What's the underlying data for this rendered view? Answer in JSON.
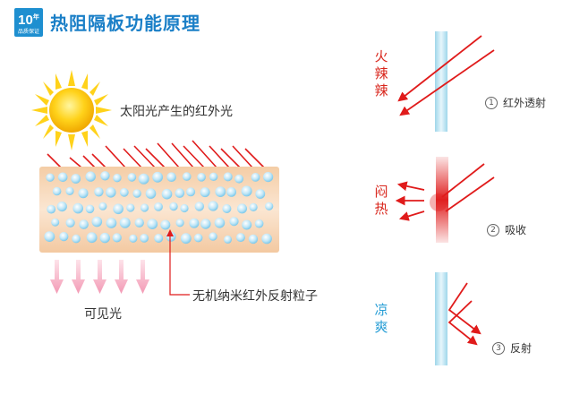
{
  "header": {
    "logo_big": "10",
    "logo_sup": "年",
    "logo_small": "品质保证",
    "title": "热阻隔板功能原理"
  },
  "left": {
    "sun_label": "太阳光产生的红外光",
    "visible_label": "可见光",
    "particle_label": "无机纳米红外反射粒子"
  },
  "right": {
    "panels": [
      {
        "side_label": [
          "火",
          "辣",
          "辣"
        ],
        "num": "1",
        "caption": "红外透射",
        "side_color": "#d9261c"
      },
      {
        "side_label": [
          "闷",
          "热"
        ],
        "num": "2",
        "caption": "吸收",
        "side_color": "#d9261c"
      },
      {
        "side_label": [
          "凉",
          "爽"
        ],
        "num": "3",
        "caption": "反射",
        "side_color": "#2a9fd6"
      }
    ]
  },
  "colors": {
    "accent": "#1a7fc7",
    "ray": "#e01b1b",
    "glass": "#bfe5f2"
  }
}
